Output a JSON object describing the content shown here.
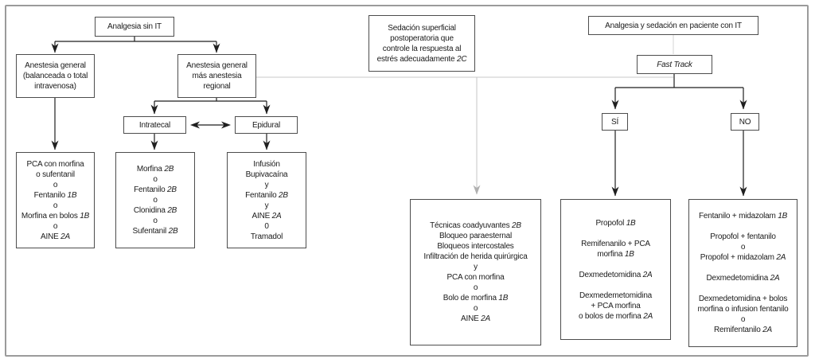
{
  "colors": {
    "line": "#1f1f1f",
    "gray_line": "#c9c9c9",
    "gray_arrow": "#b0b0b0",
    "gray_faint": "#d8d8d8",
    "box_border": "#4d4d4d",
    "frame_border": "#9b9b9b",
    "background": "#ffffff",
    "text": "#1b1b1b"
  },
  "boxes": {
    "analgesia_sin_it": {
      "label": "Analgesia sin IT"
    },
    "anestesia_general_balanceada": {
      "lines": [
        "Anestesia general",
        "(balanceada o total",
        "intravenosa)"
      ]
    },
    "anestesia_general_regional": {
      "lines": [
        "Anestesia general",
        "más anestesia",
        "regional"
      ]
    },
    "intratecal": {
      "label": "Intratecal"
    },
    "epidural": {
      "label": "Epidural"
    },
    "pca_morfina": {
      "lines": [
        "PCA con morfina",
        "o sufentanil",
        "o",
        "Fentanilo *1B*",
        "o",
        "Morfina en bolos *1B*",
        "o",
        "AINE *2A*"
      ]
    },
    "intratecal_farmacos": {
      "lines": [
        "Morfina *2B*",
        "o",
        "Fentanilo *2B*",
        "o",
        "Clonidina *2B*",
        "o",
        "Sufentanil *2B*"
      ]
    },
    "epidural_farmacos": {
      "lines": [
        "Infusión",
        "Bupivacaína",
        "y",
        "Fentanilo *2B*",
        "y",
        "AINE *2A*",
        "0",
        "Tramadol"
      ]
    },
    "sedacion_superficial": {
      "lines": [
        "Sedación superficial",
        "postoperatoria que",
        "controle la respuesta al",
        "estrés adecuadamente *2C*"
      ]
    },
    "analgesia_sedacion_con_it": {
      "label": "Analgesia y sedación en paciente con IT"
    },
    "fast_track": {
      "label": "Fast Track"
    },
    "si": {
      "label": "SÍ"
    },
    "no": {
      "label": "NO"
    },
    "tecnicas_coadyuvantes": {
      "lines": [
        "Técnicas coadyuvantes *2B*",
        "Bloqueo paraesternal",
        "Bloqueos intercostales",
        "Infiltración de herida quirúrgica",
        "y",
        "PCA con morfina",
        "o",
        "Bolo de morfina *1B*",
        "o",
        "AINE *2A*"
      ]
    },
    "fast_track_si_farmacos": {
      "lines": [
        "Propofol *1B*",
        "",
        "Remifenanilo + PCA",
        "morfina *1B*",
        "",
        "Dexmedetomidina *2A*",
        "",
        "Dexmedemetomidina",
        "+ PCA morfina",
        "o bolos de morfina *2A*"
      ]
    },
    "fast_track_no_farmacos": {
      "lines": [
        "Fentanilo + midazolam *1B*",
        "",
        "Propofol + fentanilo",
        "o",
        "Propofol + midazolam *2A*",
        "",
        "Dexmedetomidina *2A*",
        "",
        "Dexmedetomidina + bolos",
        "morfina o infusion fentanilo",
        "o",
        "Remifentanilo *2A*"
      ]
    }
  }
}
